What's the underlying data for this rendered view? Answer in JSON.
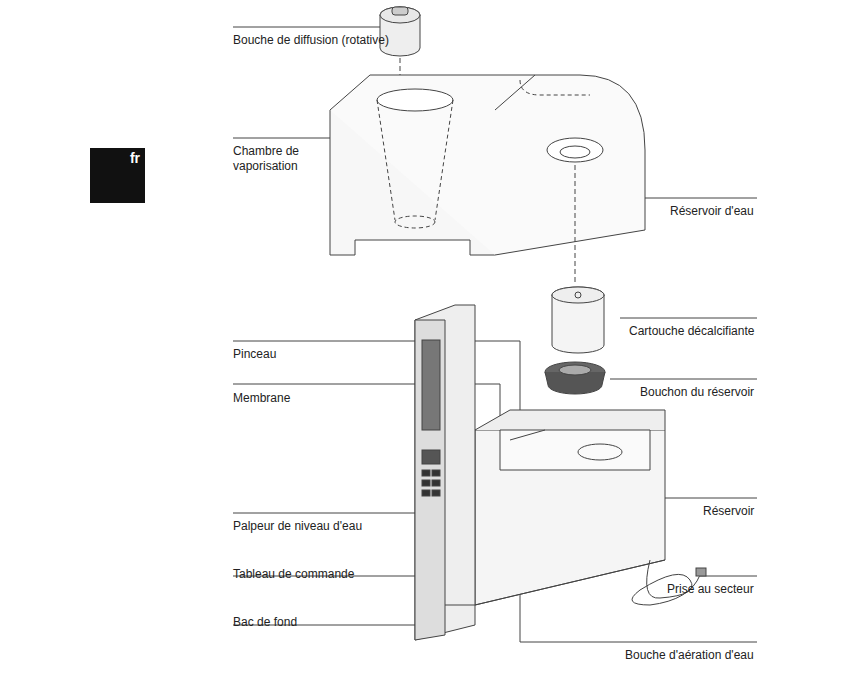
{
  "diagram": {
    "nodes": [
      {
        "text": [
          "fr"
        ]
      }
    ],
    "labels": [
      "Bouche de diffusion (rotative)",
      "Chambre de vaporisation",
      "Réservoir d'eau",
      "Cartouche décalcifiante",
      "Pinceau",
      "Bouchon du réservoir",
      "Membrane",
      "Réservoir",
      "Palpeur de niveau d'eau",
      "Tableau de commande",
      "Prise au secteur",
      "Bac de fond",
      "Bouche d'aération d'eau"
    ]
  }
}
